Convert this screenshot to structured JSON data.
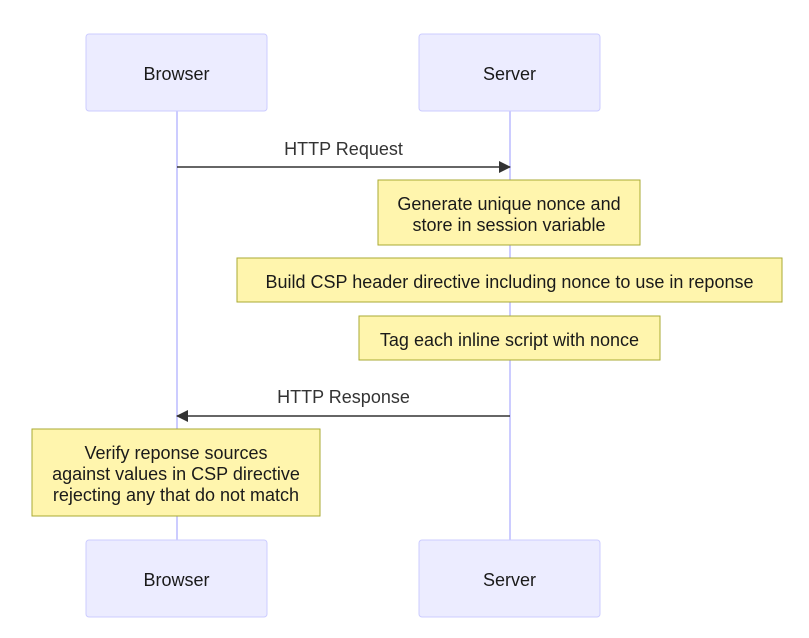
{
  "actors": {
    "browser": "Browser",
    "server": "Server"
  },
  "messages": {
    "request": "HTTP Request",
    "response": "HTTP Response"
  },
  "notes": {
    "generate_nonce": [
      "Generate unique nonce and",
      "store in session variable"
    ],
    "build_csp": [
      "Build CSP header directive including nonce to use in reponse"
    ],
    "tag_scripts": [
      "Tag each inline script with nonce"
    ],
    "verify": [
      "Verify reponse sources",
      "against values in CSP directive",
      "rejecting any that do not match"
    ]
  },
  "colors": {
    "actor_fill": "#ECECFF",
    "actor_stroke": "#CCCCFF",
    "note_fill": "#FFF5AD",
    "note_stroke": "#AAAA33",
    "line": "#333333"
  }
}
